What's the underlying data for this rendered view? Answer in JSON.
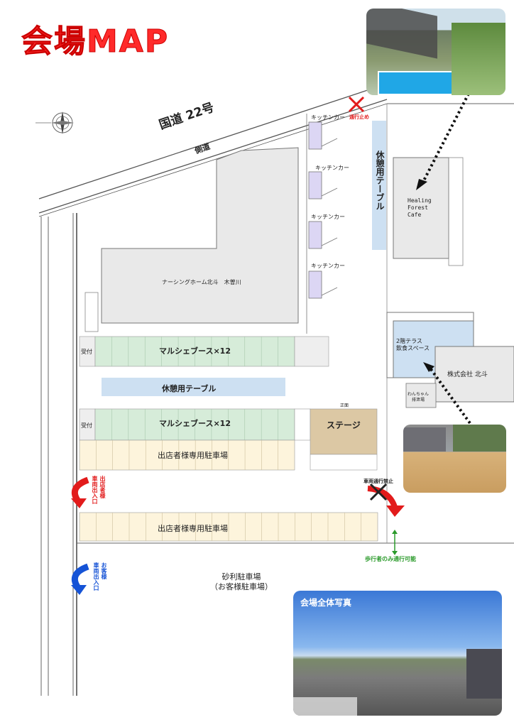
{
  "title": "会場MAP",
  "roads": {
    "national_route": "国道 22号",
    "side_road": "側道",
    "no_entry": "通行止め"
  },
  "buildings": {
    "nursing_home": "ナーシングホーム北斗　木曽川",
    "cafe": "Healing\nForest\nCafe",
    "company": "株式会社 北斗",
    "terrace": "2階テラス\n飲食スペース",
    "dog_area": "わんちゃん\n排泄場"
  },
  "kitchen_cars": [
    "キッチンカー",
    "キッチンカー",
    "キッチンカー",
    "キッチンカー"
  ],
  "rest_table_vertical": "休憩用テーブル",
  "rest_table_horizontal": "休憩用テーブル",
  "reception": [
    "受付",
    "受付"
  ],
  "marche_booths": [
    "マルシェブース×12",
    "マルシェブース×12"
  ],
  "stage": {
    "label": "ステージ",
    "front": "正面"
  },
  "exhibitor_parking": [
    "出店者様専用駐車場",
    "出店者様専用駐車場"
  ],
  "entrances": {
    "exhibitor": "出店者様\n車両出入口",
    "customer": "お客様\n車両出入口",
    "no_vehicle": "車両通行禁止",
    "pedestrian_only": "歩行者のみ通行可能"
  },
  "gravel_parking": {
    "line1": "砂利駐車場",
    "line2": "（お客様駐車場）"
  },
  "overall_photo_label": "会場全体写真",
  "colors": {
    "title": "#ff2a2a",
    "booth_green": "#d6ecd9",
    "parking_beige": "#fdf4dc",
    "stage_tan": "#dcc8a4",
    "rest_blue": "#cde0f2",
    "building_gray": "#e9e9e9",
    "kitchen_purple": "#dcd6f4",
    "exhibitor_arrow": "#e21b1b",
    "customer_arrow": "#1553d6",
    "pedestrian_green": "#2a9a2a"
  }
}
